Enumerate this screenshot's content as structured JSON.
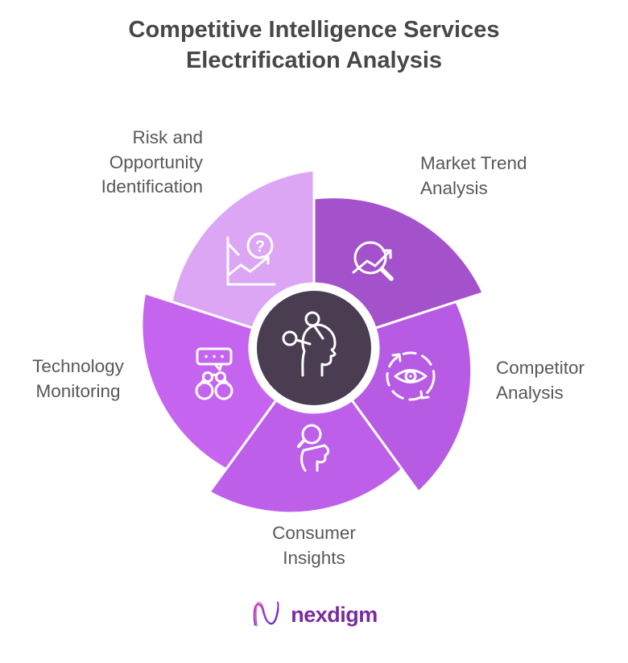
{
  "title": {
    "line1": "Competitive Intelligence Services",
    "line2": "Electrification Analysis"
  },
  "labels": {
    "risk": [
      "Risk and",
      "Opportunity",
      "Identification"
    ],
    "market": [
      "Market Trend",
      "Analysis"
    ],
    "competitor": [
      "Competitor",
      "Analysis"
    ],
    "consumer": [
      "Consumer",
      "Insights"
    ],
    "technology": [
      "Technology",
      "Monitoring"
    ]
  },
  "wheel": {
    "center_color": "#4a3d52",
    "center_icon": "head-profile-insight-icon",
    "blades": [
      {
        "id": "risk-and-opportunity-identification",
        "label": "Risk and Opportunity Identification",
        "color": "#dca6f4",
        "icon": "chart-question-icon"
      },
      {
        "id": "market-trend-analysis",
        "label": "Market Trend Analysis",
        "color": "#a452cb",
        "icon": "magnifier-trend-icon"
      },
      {
        "id": "competitor-analysis",
        "label": "Competitor Analysis",
        "color": "#b75ae4",
        "icon": "eye-cycle-icon"
      },
      {
        "id": "consumer-insights",
        "label": "Consumer Insights",
        "color": "#bd5fe9",
        "icon": "person-insight-icon"
      },
      {
        "id": "technology-monitoring",
        "label": "Technology Monitoring",
        "color": "#c565ef",
        "icon": "binoculars-chat-icon"
      }
    ]
  },
  "logo": {
    "text": "nexdigm",
    "brand_color": "#7a2b9f"
  }
}
